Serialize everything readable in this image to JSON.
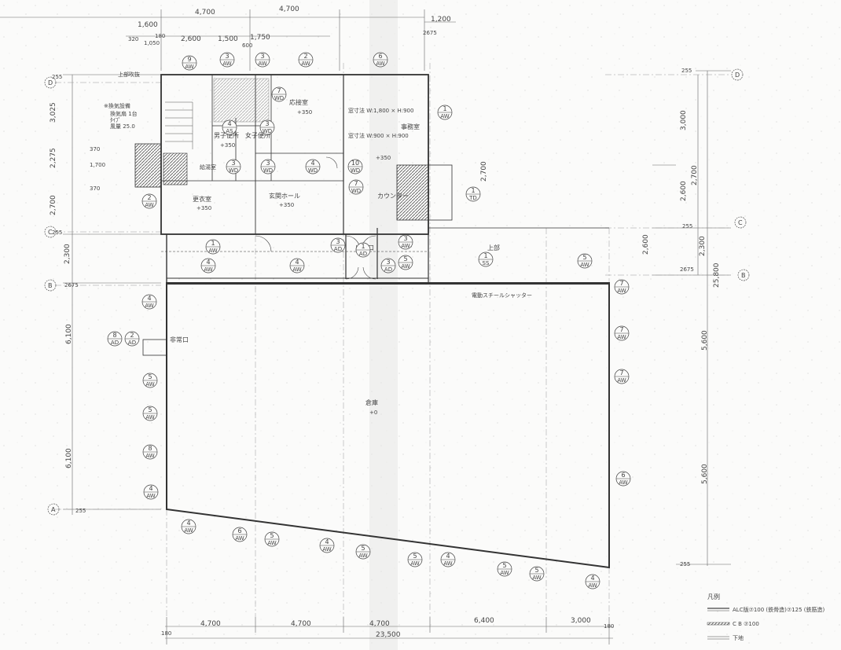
{
  "top_dims": {
    "overall": [
      "4,700",
      "4,700"
    ],
    "sub": [
      "1,600",
      "2,600",
      "1,500",
      "1,750"
    ],
    "tiny": [
      "320",
      "180",
      "1,050",
      "600"
    ],
    "right_top": "1,200",
    "right_top2": "2675"
  },
  "left_dims": [
    "255",
    "3,025",
    "2,275",
    "370",
    "1,700",
    "370",
    "2,700",
    "255",
    "2,300",
    "2675",
    "6,100",
    "6,100",
    "255"
  ],
  "right_dims": [
    "255",
    "3,000",
    "2,600",
    "2,700",
    "255",
    "2,300",
    "2675",
    "25,800",
    "5,600",
    "5,600",
    "255",
    "2,600",
    "2,700"
  ],
  "bottom_dims": {
    "parts": [
      "4,700",
      "4,700",
      "4,700",
      "6,400",
      "3,000"
    ],
    "total": "23,500",
    "edge_left": "180",
    "edge_right": "180"
  },
  "grid_axes": [
    "D",
    "C",
    "B",
    "A",
    "D",
    "C",
    "B"
  ],
  "rooms": {
    "reception": "応接室",
    "office": "事務室",
    "wc_m": "男子便所",
    "wc_f": "女子便所",
    "locker": "更衣室",
    "hall": "玄関ホール",
    "counter": "カウンター",
    "warehouse": "倉庫",
    "stair": "上部",
    "entry": "出入口",
    "side_door": "非常口",
    "shutter": "電動スチールシャッター",
    "hot": "給湯室"
  },
  "room_levels": [
    "+350",
    "+350",
    "+350",
    "+350",
    "+350",
    "+0"
  ],
  "notes": {
    "window1": "窓寸法 W:1,800 × H:900",
    "window2": "窓寸法 W:900 × H:900",
    "note_box": [
      "※換気設備",
      "換気扇 1台",
      "ﾀｲﾌﾟ",
      "風量 25.0"
    ],
    "top_note": "上部吹抜"
  },
  "door_tags": [
    {
      "n": "9",
      "t": "AW"
    },
    {
      "n": "3",
      "t": "AW"
    },
    {
      "n": "3",
      "t": "AW"
    },
    {
      "n": "2",
      "t": "AW"
    },
    {
      "n": "6",
      "t": "AW"
    },
    {
      "n": "1",
      "t": "AW"
    },
    {
      "n": "7",
      "t": "WD"
    },
    {
      "n": "4",
      "t": "AS"
    },
    {
      "n": "3",
      "t": "WD"
    },
    {
      "n": "4",
      "t": "WD"
    },
    {
      "n": "3",
      "t": "WD"
    },
    {
      "n": "3",
      "t": "WD"
    },
    {
      "n": "10",
      "t": "WD"
    },
    {
      "n": "7",
      "t": "WD"
    },
    {
      "n": "2",
      "t": "AW"
    },
    {
      "n": "1",
      "t": "TD"
    },
    {
      "n": "1",
      "t": "AW"
    },
    {
      "n": "4",
      "t": "AW"
    },
    {
      "n": "4",
      "t": "AW"
    },
    {
      "n": "3",
      "t": "AD"
    },
    {
      "n": "1",
      "t": "AD"
    },
    {
      "n": "3",
      "t": "AD"
    },
    {
      "n": "5",
      "t": "AW"
    },
    {
      "n": "3",
      "t": "AW"
    },
    {
      "n": "1",
      "t": "SS"
    },
    {
      "n": "5",
      "t": "AW"
    },
    {
      "n": "7",
      "t": "AW"
    },
    {
      "n": "7",
      "t": "AW"
    },
    {
      "n": "7",
      "t": "AW"
    },
    {
      "n": "4",
      "t": "AW"
    },
    {
      "n": "8",
      "t": "AD"
    },
    {
      "n": "2",
      "t": "AD"
    },
    {
      "n": "5",
      "t": "AW"
    },
    {
      "n": "5",
      "t": "AW"
    },
    {
      "n": "8",
      "t": "AW"
    },
    {
      "n": "6",
      "t": "AW"
    },
    {
      "n": "4",
      "t": "AW"
    },
    {
      "n": "4",
      "t": "AW"
    },
    {
      "n": "6",
      "t": "AW"
    },
    {
      "n": "5",
      "t": "AW"
    },
    {
      "n": "4",
      "t": "AW"
    },
    {
      "n": "5",
      "t": "AW"
    },
    {
      "n": "5",
      "t": "AW"
    },
    {
      "n": "4",
      "t": "AW"
    },
    {
      "n": "5",
      "t": "AW"
    },
    {
      "n": "5",
      "t": "AW"
    },
    {
      "n": "4",
      "t": "AW"
    }
  ],
  "legend": {
    "title": "凡例",
    "items": [
      "ALC版⑦100 (鉄骨造)⑦125 (鉄筋造)",
      "C B ⑦100",
      "下地"
    ]
  },
  "colors": {
    "ink": "#3c3c3c",
    "paper": "#fbfbfa",
    "hatch": "#555555"
  }
}
